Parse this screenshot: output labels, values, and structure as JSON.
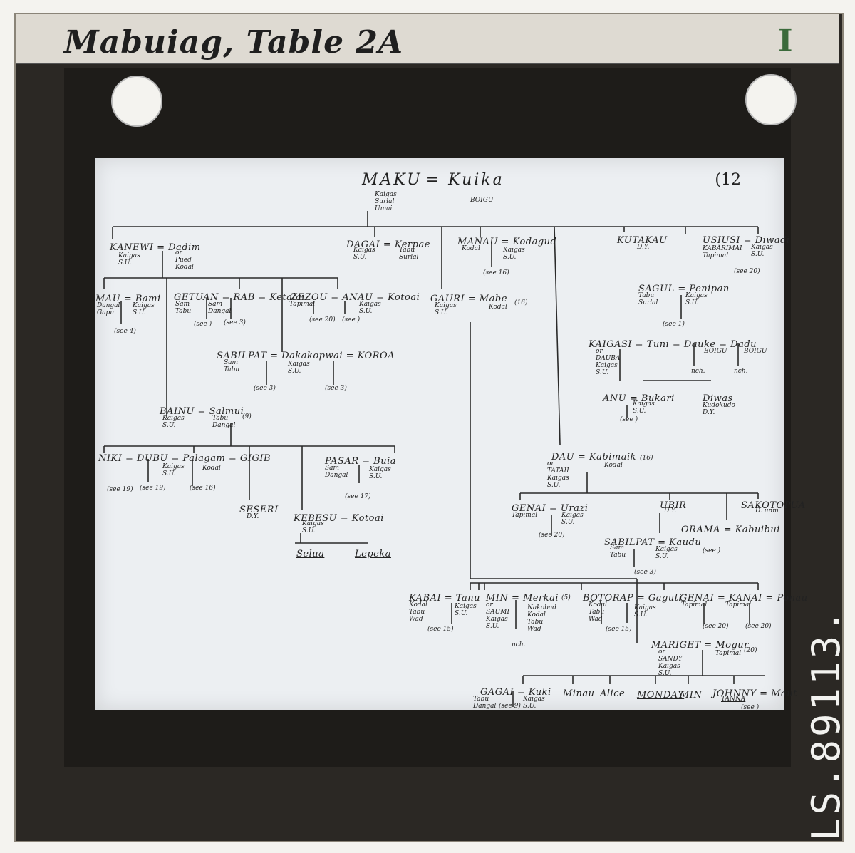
{
  "label": {
    "title": "Mabuiag, Table 2A",
    "roman": "I"
  },
  "side_number": "LS.89113.",
  "plate_number": "(12",
  "root": {
    "name": "MAKU",
    "spouse": "Kuika",
    "notes": [
      "Kaigas",
      "Surlal",
      "Umai"
    ],
    "spouse_note": "BOIGU"
  },
  "nodes": {
    "kanewi": {
      "name": "KĀNEWI = Dadim",
      "notes": [
        "Kaigas",
        "S.U."
      ],
      "spouse_notes": [
        "or",
        "Pued",
        "Kodal"
      ]
    },
    "dagai": {
      "name": "DAGAI = Kerpae",
      "notes": [
        "Kaigas",
        "S.U."
      ],
      "spouse_notes": [
        "Tabu",
        "Surlal"
      ]
    },
    "manau": {
      "name": "MANAU = Kodagud",
      "notes": [
        "Kodal"
      ],
      "spouse_notes": [
        "Kaigas",
        "S.U."
      ],
      "ref": "(see 16)"
    },
    "kutakau": {
      "name": "KUTAKAU",
      "notes": [
        "D.Y."
      ]
    },
    "usiusi": {
      "name": "USIUSI = Diwadi",
      "notes": [
        "KABĀRIMAI",
        "Tapimal"
      ],
      "spouse_notes": [
        "Kaigas",
        "S.U."
      ],
      "ref": "(see 20)"
    },
    "mau": {
      "name": "MAU = Bami",
      "notes": [
        "Dangal",
        "Gapu"
      ],
      "spouse_notes": [
        "Kaigas",
        "S.U."
      ],
      "ref": "(see 4)"
    },
    "getuan": {
      "name": "GETUAN = RAB = Ketalai",
      "notes": [
        "Sam",
        "Tabu"
      ],
      "spouse_notes": [
        "Sam",
        "Dangal"
      ],
      "ref": "(see )",
      "ref2": "(see 3)"
    },
    "zezou": {
      "name": "ZEZOU = ANAU = Kotoai",
      "notes": [
        "Tapimal"
      ],
      "spouse_notes": [
        "Kaigas",
        "S.U."
      ],
      "ref": "(see 20)",
      "ref2": "(see )"
    },
    "sagul": {
      "name": "SAGUL = Penipan",
      "notes": [
        "Tabu",
        "Surlal"
      ],
      "spouse_notes": [
        "Kaigas",
        "S.U."
      ],
      "ref": "(see 1)"
    },
    "gauri": {
      "name": "GAURI = Mabe",
      "notes": [
        "Kaigas",
        "S.U."
      ],
      "spouse_notes": [
        "Kodal"
      ],
      "ref": "(16)"
    },
    "sabilpat1": {
      "name": "SABILPAT = Dakakopwai = KOROA",
      "notes": [
        "Sam",
        "Tabu"
      ],
      "spouse_notes": [
        "Kaigas",
        "S.U."
      ],
      "ref": "(see 3)",
      "ref2": "(see 3)"
    },
    "kaigasi": {
      "name": "KAIGASI = Tuni = Dauke = Dadu",
      "notes": [
        "or",
        "DAUBA",
        "Kaigas",
        "S.U."
      ],
      "spouse_notes": [
        "BOIGU",
        "BOIGU"
      ],
      "ref": "nch.",
      "ref2": "nch."
    },
    "anu": {
      "name": "ANU = Bukari",
      "notes": [
        "Kaigas",
        "S.U."
      ],
      "ref": "(see )"
    },
    "diwas": {
      "name": "Diwas",
      "notes": [
        "Kudokudo",
        "D.Y."
      ]
    },
    "bainu": {
      "name": "BAINU = Salmui",
      "notes": [
        "Kaigas",
        "S.U."
      ],
      "spouse_notes": [
        "Tabu",
        "Dangal"
      ],
      "ref": "(9)"
    },
    "niki": {
      "name": "NIKI = DUBU = Palagam = GIGIB",
      "notes": [
        "Kaigas",
        "S.U."
      ],
      "spouse_notes": [
        "Kodal"
      ],
      "ref": "(see 19)",
      "ref2": "(see 19)",
      "ref3": "(see 16)"
    },
    "pasar": {
      "name": "PASAR = Buia",
      "notes": [
        "Sam",
        "Dangal"
      ],
      "spouse_notes": [
        "Kaigas",
        "S.U."
      ],
      "ref": "(see 17)"
    },
    "seseri": {
      "name": "SESERI",
      "notes": [
        "D.Y."
      ]
    },
    "kebesu": {
      "name": "KEBESU = Kotoai",
      "notes": [
        "Kaigas",
        "S.U."
      ]
    },
    "selua": {
      "name": "Selua"
    },
    "lepeka": {
      "name": "Lepeka"
    },
    "dau": {
      "name": "DAU = Kabimaik",
      "notes": [
        "or",
        "TATAII",
        "Kaigas",
        "S.U."
      ],
      "spouse_notes": [
        "Kodal"
      ],
      "ref": "(16)"
    },
    "genai1": {
      "name": "GENAI = Urazi",
      "notes": [
        "Tapimal"
      ],
      "spouse_notes": [
        "Kaigas",
        "S.U."
      ],
      "ref": "(see 20)"
    },
    "ubir": {
      "name": "UBIR",
      "notes": [
        "D.Y."
      ]
    },
    "sakotopu": {
      "name": "SAKOTOPUA",
      "notes": [
        "D. unm"
      ]
    },
    "orama": {
      "name": "ORAMA = Kabuibui",
      "ref": "(see )"
    },
    "sabilpat2": {
      "name": "SABILPAT = Kaudu",
      "notes": [
        "Sam",
        "Tabu"
      ],
      "spouse_notes": [
        "Kaigas",
        "S.U."
      ],
      "ref": "(see 3)"
    },
    "kabai": {
      "name": "KABAI = Tanu",
      "notes": [
        "Kodal",
        "Tabu",
        "Wad"
      ],
      "spouse_notes": [
        "Kaigas",
        "S.U."
      ],
      "ref": "(see 15)"
    },
    "min1": {
      "name": "MIN = Merkai",
      "notes": [
        "or",
        "SAUMI",
        "Kaigas",
        "S.U."
      ],
      "spouse_notes": [
        "Nakobad",
        "Kodal",
        "Tabu",
        "Wad"
      ],
      "ref": "(5)",
      "ref2": "nch."
    },
    "botorap": {
      "name": "BOTORAP = Gaguti",
      "notes": [
        "Kodal",
        "Tabu",
        "Wad"
      ],
      "spouse_notes": [
        "Kaigas",
        "S.U."
      ],
      "ref": "(see 15)"
    },
    "genai2": {
      "name": "GENAI = KANAI = Ponau",
      "notes": [
        "Tapimal"
      ],
      "spouse_notes": [
        "Tapimal"
      ],
      "ref": "(see 20)",
      "ref2": "(see 20)"
    },
    "mariget": {
      "name": "MARIGET = Mogur",
      "notes": [
        "or",
        "SANDY",
        "Kaigas",
        "S.U."
      ],
      "spouse_notes": [
        "Tapimal"
      ],
      "ref": "(20)"
    },
    "gagai": {
      "name": "GAGAI = Kuki",
      "notes": [
        "Tabu",
        "Dangal"
      ],
      "spouse_notes": [
        "Kaigas",
        "S.U."
      ],
      "ref": "(see 9)"
    },
    "minau": {
      "name": "Minau"
    },
    "alice": {
      "name": "Alice"
    },
    "monday": {
      "name": "MONDAY"
    },
    "min2": {
      "name": "MIN"
    },
    "johnny": {
      "name": "JOHNNY = Maut",
      "notes": [
        "TANNA"
      ],
      "ref": "(see )"
    }
  }
}
